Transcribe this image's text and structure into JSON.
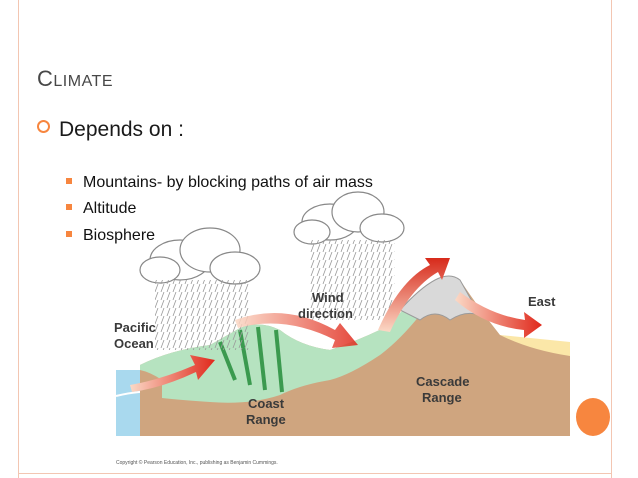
{
  "slide": {
    "title_first_letter": "C",
    "title_rest": "LIMATE",
    "bullet": "Depends on :",
    "sub_bullets": [
      "Mountains- by blocking paths of air mass",
      "Altitude",
      "Biosphere"
    ]
  },
  "diagram": {
    "labels": {
      "pacific_1": "Pacific",
      "pacific_2": "Ocean",
      "wind_1": "Wind",
      "wind_2": "direction",
      "east": "East",
      "coast_1": "Coast",
      "coast_2": "Range",
      "cascade_1": "Cascade",
      "cascade_2": "Range"
    },
    "copyright": "Copyright © Pearson Education, Inc., publishing as Benjamin Cummings."
  },
  "colors": {
    "accent": "#f7863f",
    "border": "#f3c6b2",
    "land": "#cfa57f",
    "vegetation": "#b6e3c0",
    "ocean": "#a9d9ee",
    "desert": "#fbe7a8"
  }
}
